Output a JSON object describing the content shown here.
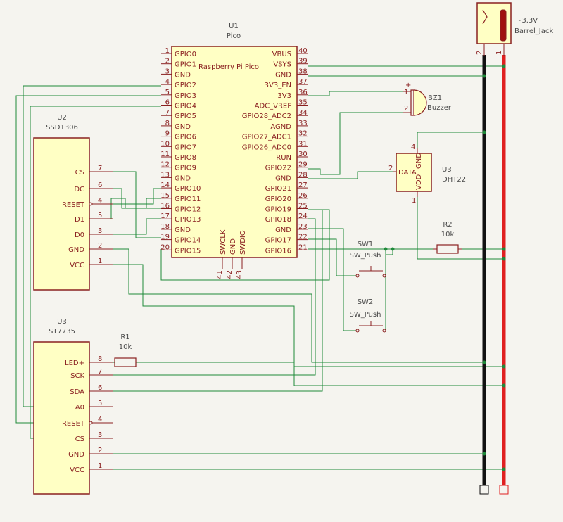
{
  "pico": {
    "ref": "U1",
    "value": "Pico",
    "center_label": "Raspberry Pi Pico",
    "left_pins": [
      {
        "num": "1",
        "name": "GPIO0"
      },
      {
        "num": "2",
        "name": "GPIO1"
      },
      {
        "num": "3",
        "name": "GND"
      },
      {
        "num": "4",
        "name": "GPIO2"
      },
      {
        "num": "5",
        "name": "GPIO3"
      },
      {
        "num": "6",
        "name": "GPIO4"
      },
      {
        "num": "7",
        "name": "GPIO5"
      },
      {
        "num": "8",
        "name": "GND"
      },
      {
        "num": "9",
        "name": "GPIO6"
      },
      {
        "num": "10",
        "name": "GPIO7"
      },
      {
        "num": "11",
        "name": "GPIO8"
      },
      {
        "num": "12",
        "name": "GPIO9"
      },
      {
        "num": "13",
        "name": "GND"
      },
      {
        "num": "14",
        "name": "GPIO10"
      },
      {
        "num": "15",
        "name": "GPIO11"
      },
      {
        "num": "16",
        "name": "GPIO12"
      },
      {
        "num": "17",
        "name": "GPIO13"
      },
      {
        "num": "18",
        "name": "GND"
      },
      {
        "num": "19",
        "name": "GPIO14"
      },
      {
        "num": "20",
        "name": "GPIO15"
      }
    ],
    "right_pins": [
      {
        "num": "40",
        "name": "VBUS"
      },
      {
        "num": "39",
        "name": "VSYS"
      },
      {
        "num": "38",
        "name": "GND"
      },
      {
        "num": "37",
        "name": "3V3_EN"
      },
      {
        "num": "36",
        "name": "3V3"
      },
      {
        "num": "35",
        "name": "ADC_VREF"
      },
      {
        "num": "34",
        "name": "GPIO28_ADC2"
      },
      {
        "num": "33",
        "name": "AGND"
      },
      {
        "num": "32",
        "name": "GPIO27_ADC1"
      },
      {
        "num": "31",
        "name": "GPIO26_ADC0"
      },
      {
        "num": "30",
        "name": "RUN"
      },
      {
        "num": "29",
        "name": "GPIO22"
      },
      {
        "num": "28",
        "name": "GND"
      },
      {
        "num": "27",
        "name": "GPIO21"
      },
      {
        "num": "26",
        "name": "GPIO20"
      },
      {
        "num": "25",
        "name": "GPIO19"
      },
      {
        "num": "24",
        "name": "GPIO18"
      },
      {
        "num": "23",
        "name": "GND"
      },
      {
        "num": "22",
        "name": "GPIO17"
      },
      {
        "num": "21",
        "name": "GPIO16"
      }
    ],
    "bottom_pins": [
      {
        "num": "41",
        "name": "SWCLK"
      },
      {
        "num": "42",
        "name": "GND"
      },
      {
        "num": "43",
        "name": "SWDIO"
      }
    ]
  },
  "ssd1306": {
    "ref": "U2",
    "value": "SSD1306",
    "pins": [
      {
        "num": "7",
        "name": "CS"
      },
      {
        "num": "6",
        "name": "DC"
      },
      {
        "num": "4",
        "name": "RESET"
      },
      {
        "num": "5",
        "name": "D1"
      },
      {
        "num": "3",
        "name": "D0"
      },
      {
        "num": "2",
        "name": "GND"
      },
      {
        "num": "1",
        "name": "VCC"
      }
    ]
  },
  "st7735": {
    "ref": "U3",
    "value": "ST7735",
    "pins": [
      {
        "num": "8",
        "name": "LED+"
      },
      {
        "num": "7",
        "name": "SCK"
      },
      {
        "num": "6",
        "name": "SDA"
      },
      {
        "num": "5",
        "name": "A0"
      },
      {
        "num": "4",
        "name": "RESET"
      },
      {
        "num": "3",
        "name": "CS"
      },
      {
        "num": "2",
        "name": "GND"
      },
      {
        "num": "1",
        "name": "VCC"
      }
    ]
  },
  "dht22": {
    "ref": "U3",
    "value": "DHT22",
    "pins": [
      {
        "num": "2",
        "name": "DATA"
      },
      {
        "num": "4",
        "name": "GND"
      },
      {
        "num": "1",
        "name": "VDD"
      }
    ]
  },
  "buzzer": {
    "ref": "BZ1",
    "value": "Buzzer",
    "pin1": "1",
    "pin2": "2",
    "plus": "+"
  },
  "r1": {
    "ref": "R1",
    "value": "10k"
  },
  "r2": {
    "ref": "R2",
    "value": "10k"
  },
  "sw1": {
    "ref": "SW1",
    "value": "SW_Push"
  },
  "sw2": {
    "ref": "SW2",
    "value": "SW_Push"
  },
  "jack": {
    "ref": "~3.3V",
    "value": "Barrel_Jack",
    "pin1": "1",
    "pin2": "2"
  },
  "colors": {
    "wire": "#1f8a3a",
    "component": "#8a2020",
    "body_fill": "#ffffc4",
    "rail_black": "#111111",
    "rail_red": "#e02020",
    "background": "#f5f4ef"
  }
}
